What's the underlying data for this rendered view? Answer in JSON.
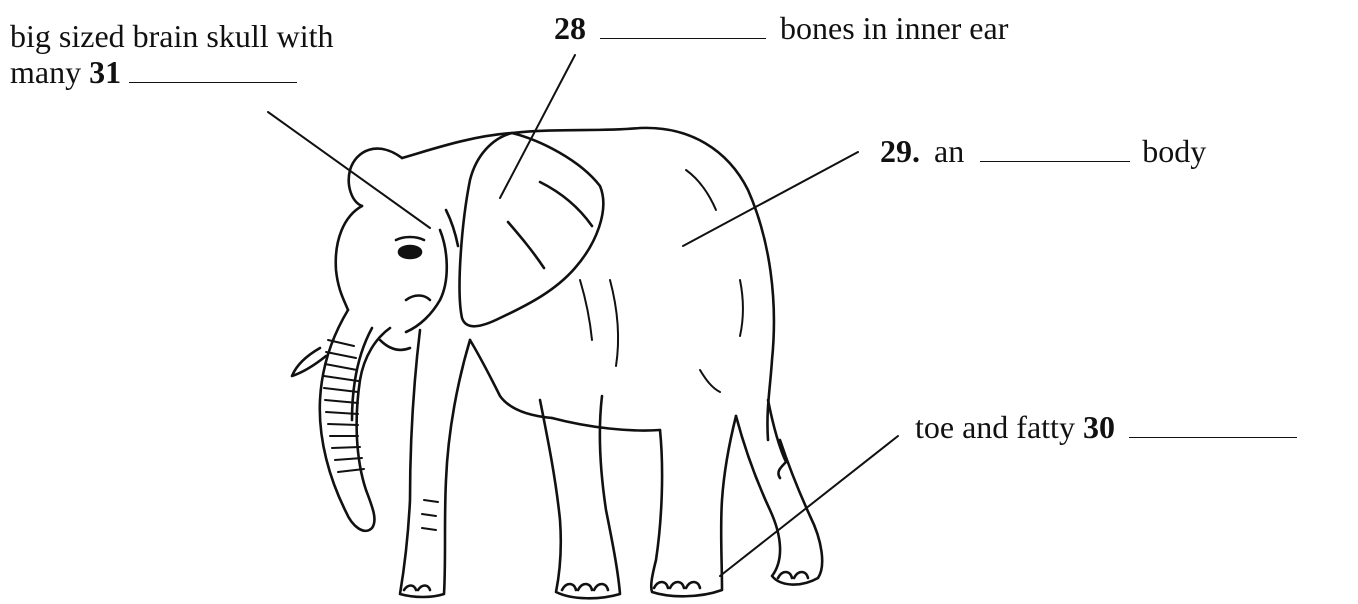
{
  "labels": {
    "skull": {
      "text_line1": "big sized brain skull with",
      "text_line2_prefix": "many",
      "number": "31"
    },
    "ear": {
      "number": "28",
      "text_suffix": "bones in inner ear"
    },
    "body": {
      "number": "29.",
      "text_prefix": "an",
      "text_suffix": "body"
    },
    "foot": {
      "text_prefix": "toe and fatty",
      "number": "30"
    }
  },
  "colors": {
    "ink": "#111111",
    "background": "#ffffff"
  }
}
